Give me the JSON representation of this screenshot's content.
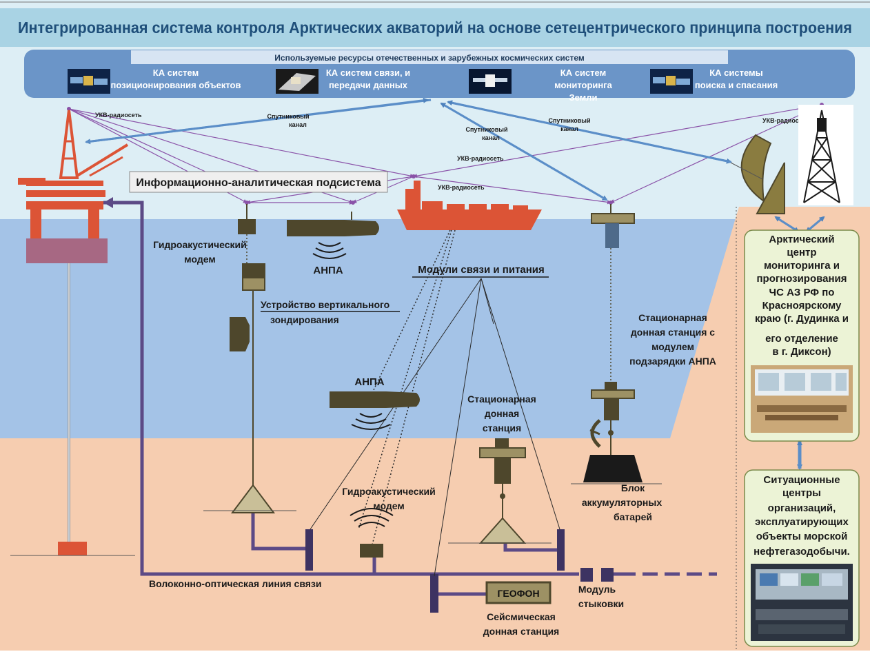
{
  "title": "Интегрированная система контроля Арктических акваторий на основе сетецентрического принципа построения",
  "resources": {
    "header": "Используемые ресурсы отечественных и зарубежных космических систем",
    "satellites": [
      {
        "icon": "satellite-icon",
        "line1": "КА систем",
        "line2": "позиционирования объектов"
      },
      {
        "icon": "satellite-icon",
        "line1": "КА систем связи, и",
        "line2": "передачи данных"
      },
      {
        "icon": "satellite-icon",
        "line1": "КА систем",
        "line2": "мониторинга",
        "line3": "Земли"
      },
      {
        "icon": "satellite-icon",
        "line1": "КА системы",
        "line2": "поиска и спасания"
      }
    ]
  },
  "links": {
    "ukv_left": "УКВ-радиосеть",
    "ukv_right": "УКВ-радиосеть",
    "ukv_mid": "УКВ-радиосеть",
    "ukv_ship": "УКВ-радиосеть",
    "sat_left_1": "Спутниковый",
    "sat_left_2": "канал",
    "sat_mid_1": "Спутниковый",
    "sat_mid_2": "канал",
    "sat_right_1": "Спутниковый",
    "sat_right_2": "канал"
  },
  "labels": {
    "info_subsystem": "Информационно-аналитическая подсистема",
    "hydro_modem_top_1": "Гидроакустический",
    "hydro_modem_top_2": "модем",
    "anpa_top": "АНПА",
    "comm_modules": "Модули связи и питания",
    "vertical_device_1": "Устройство вертикального",
    "vertical_device_2": "зондирования",
    "anpa_mid": "АНПА",
    "station_charge_1": "Стационарная",
    "station_charge_2": "донная станция с",
    "station_charge_3": "модулем",
    "station_charge_4": "подзарядки АНПА",
    "bottom_station_1": "Стационарная",
    "bottom_station_2": "донная",
    "bottom_station_3": "станция",
    "hydro_modem_bottom_1": "Гидроакустический",
    "hydro_modem_bottom_2": "модем",
    "battery_1": "Блок",
    "battery_2": "аккумуляторных",
    "battery_3": "батарей",
    "fiber_line": "Волоконно-оптическая линия связи",
    "geophone": "ГЕОФОН",
    "seismic_1": "Сейсмическая",
    "seismic_2": "донная станция",
    "docking_1": "Модуль",
    "docking_2": "стыковки"
  },
  "centers": {
    "arctic": [
      "Арктический",
      "центр",
      "мониторинга и",
      "прогнозирования",
      "ЧС АЗ РФ по",
      "Красноярскому",
      "краю (г. Дудинка и",
      "его отделение",
      "в г. Диксон)"
    ],
    "situation": [
      "Ситуационные",
      "центры",
      "организаций,",
      "эксплуатирующих",
      "объекты морской",
      "нефтегазодобычи."
    ]
  },
  "colors": {
    "title_band": "#a9d3e4",
    "sky": "#ddeef5",
    "sea": "#a4c3e7",
    "seabed": "#f6cdb0",
    "resource_band": "#6b95c8",
    "equipment": "#4e472c",
    "fiber": "#5c4a86",
    "satellite_link": "#5b8ec8",
    "radio_link": "#8a52a8",
    "rig": "#dc5436"
  }
}
